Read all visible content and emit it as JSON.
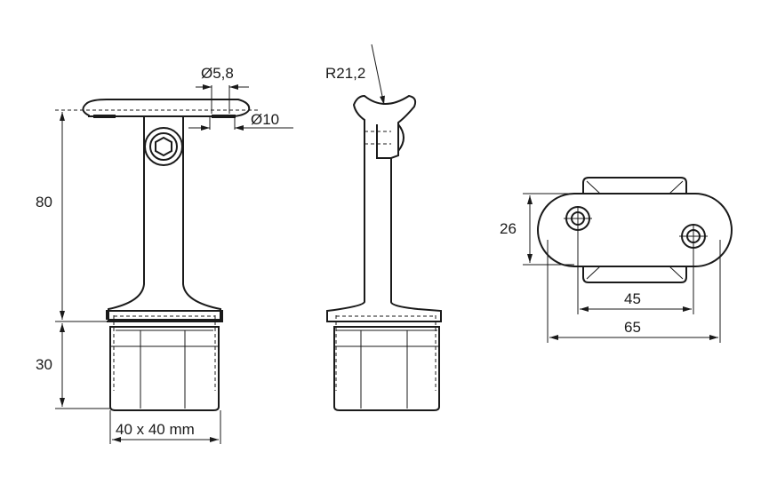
{
  "labels": {
    "hole_diameter": "Ø5,8",
    "head_diameter": "Ø10",
    "radius": "R21,2",
    "height_upper": "80",
    "height_lower": "30",
    "base_size": "40 x 40 mm",
    "plate_width": "26",
    "hole_spacing": "45",
    "plate_length": "65"
  }
}
